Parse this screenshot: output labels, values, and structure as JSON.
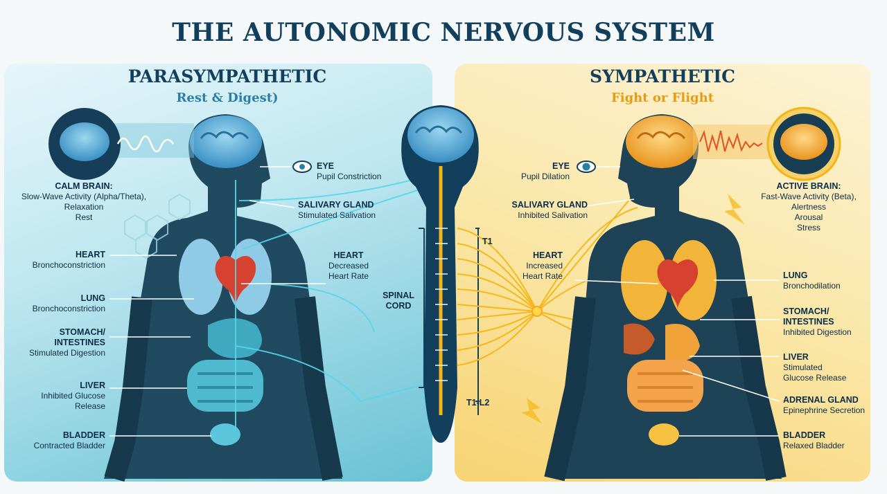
{
  "title": "THE AUTONOMIC NERVOUS SYSTEM",
  "colors": {
    "navy": "#123f5c",
    "para_accent": "#2a7fa6",
    "symp_accent": "#e89b12",
    "para_nerve": "#58d6ec",
    "symp_nerve": "#f4b81c"
  },
  "parasympathetic": {
    "heading": "PARASYMPATHETIC",
    "subheading": "Rest & Digest)",
    "brain": {
      "name": "CALM BRAIN:",
      "lines": [
        "Slow-Wave Activity (Alpha/Theta),",
        "Relaxation",
        "Rest"
      ]
    },
    "eye": {
      "name": "EYE",
      "desc": "Pupil Constriction"
    },
    "salivary": {
      "name": "SALIVARY GLAND",
      "desc": "Stimulated Salivation"
    },
    "heart_side": {
      "name": "HEART",
      "desc": "Bronchoconstriction"
    },
    "heart_rate": {
      "name": "HEART",
      "lines": [
        "Decreased",
        "Heart Rate"
      ]
    },
    "lung": {
      "name": "LUNG",
      "desc": "Bronchoconstriction"
    },
    "stomach": {
      "name_lines": [
        "STOMACH/",
        "INTESTINES"
      ],
      "desc": "Stimulated Digestion"
    },
    "liver": {
      "name": "LIVER",
      "lines": [
        "Inhibited Glucose",
        "Release"
      ]
    },
    "bladder": {
      "name": "BLADDER",
      "desc": "Contracted Bladder"
    }
  },
  "spine": {
    "label_lines": [
      "SPINAL",
      "CORD"
    ],
    "t1": "T1",
    "t1l2": "T1-L2"
  },
  "sympathetic": {
    "heading": "SYMPATHETIC",
    "subheading": "Fight or Flight",
    "brain": {
      "name": "ACTIVE BRAIN:",
      "lines": [
        "Fast-Wave Activity (Beta),",
        "Alertness",
        "Arousal",
        "Stress"
      ]
    },
    "eye": {
      "name": "EYE",
      "desc": "Pupil Dilation"
    },
    "salivary": {
      "name": "SALIVARY GLAND",
      "desc": "Inhibited Salivation"
    },
    "heart": {
      "name": "HEART",
      "lines": [
        "Increased",
        "Heart Rate"
      ]
    },
    "lung": {
      "name": "LUNG",
      "desc": "Bronchodilation"
    },
    "stomach": {
      "name_lines": [
        "STOMACH/",
        "INTESTINES"
      ],
      "desc": "Inhibited Digestion"
    },
    "liver": {
      "name": "LIVER",
      "lines": [
        "Stimulated",
        "Glucose Release"
      ]
    },
    "adrenal": {
      "name": "ADRENAL GLAND",
      "desc": "Epinephrine Secretion"
    },
    "bladder": {
      "name": "BLADDER",
      "desc": "Relaxed Bladder"
    }
  }
}
